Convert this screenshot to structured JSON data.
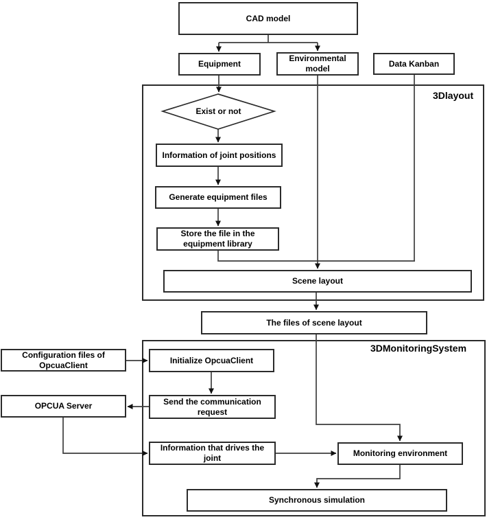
{
  "diagram": {
    "title": "CAD model to 3D monitoring system flowchart",
    "containers": {
      "layout3d": {
        "label": "3Dlayout"
      },
      "monitoring3d": {
        "label": "3DMonitoringSystem"
      }
    },
    "nodes": {
      "cad_model": {
        "label": "CAD model"
      },
      "equipment": {
        "label": "Equipment"
      },
      "environmental_model": {
        "label": "Environmental model"
      },
      "data_kanban": {
        "label": "Data Kanban"
      },
      "exist_or_not": {
        "label": "Exist or not"
      },
      "info_joint_positions": {
        "label": "Information of joint positions"
      },
      "generate_equipment_files": {
        "label": "Generate equipment files"
      },
      "store_file_library": {
        "label": "Store the file in the equipment library"
      },
      "scene_layout": {
        "label": "Scene layout"
      },
      "files_of_scene_layout": {
        "label": "The files of scene layout"
      },
      "config_files_opcuaclient": {
        "label": "Configuration files of OpcuaClient"
      },
      "initialize_opcuaclient": {
        "label": "Initialize OpcuaClient"
      },
      "opcua_server": {
        "label": "OPCUA Server"
      },
      "send_communication_request": {
        "label": "Send the communication request"
      },
      "info_drives_joint": {
        "label": "Information that drives the joint"
      },
      "monitoring_environment": {
        "label": "Monitoring environment"
      },
      "synchronous_simulation": {
        "label": "Synchronous simulation"
      }
    },
    "colors": {
      "background": "#ffffff",
      "box_border": "#2b2b2b",
      "connector": "#3d3d3d",
      "text": "#000000"
    }
  }
}
